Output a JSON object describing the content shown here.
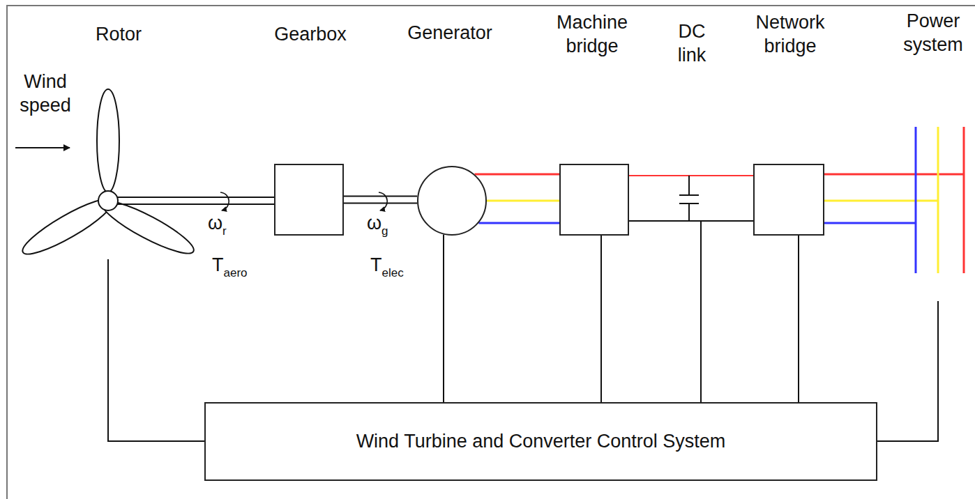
{
  "diagram": {
    "nodes": [
      {
        "text": [
          "Gearbox"
        ]
      },
      {
        "text": [
          "Generator"
        ]
      },
      {
        "text": [
          "Machine bridge"
        ]
      },
      {
        "text": [
          "Network bridge"
        ]
      },
      {
        "text": [
          "Wind Turbine and Converter Control System"
        ]
      }
    ],
    "edges": [
      {
        "from": 0,
        "to": 1,
        "arrow": "none"
      },
      {
        "from": 1,
        "to": 2,
        "arrow": "none"
      },
      {
        "from": 4,
        "to": 1,
        "arrow": "none"
      },
      {
        "from": 4,
        "to": 2,
        "arrow": "none"
      },
      {
        "from": 4,
        "to": 3,
        "arrow": "none"
      }
    ],
    "labels": [
      "Rotor",
      "Wind speed",
      "ωr",
      "Taero",
      "ωg",
      "Telec",
      "DC link",
      "Power system"
    ]
  }
}
